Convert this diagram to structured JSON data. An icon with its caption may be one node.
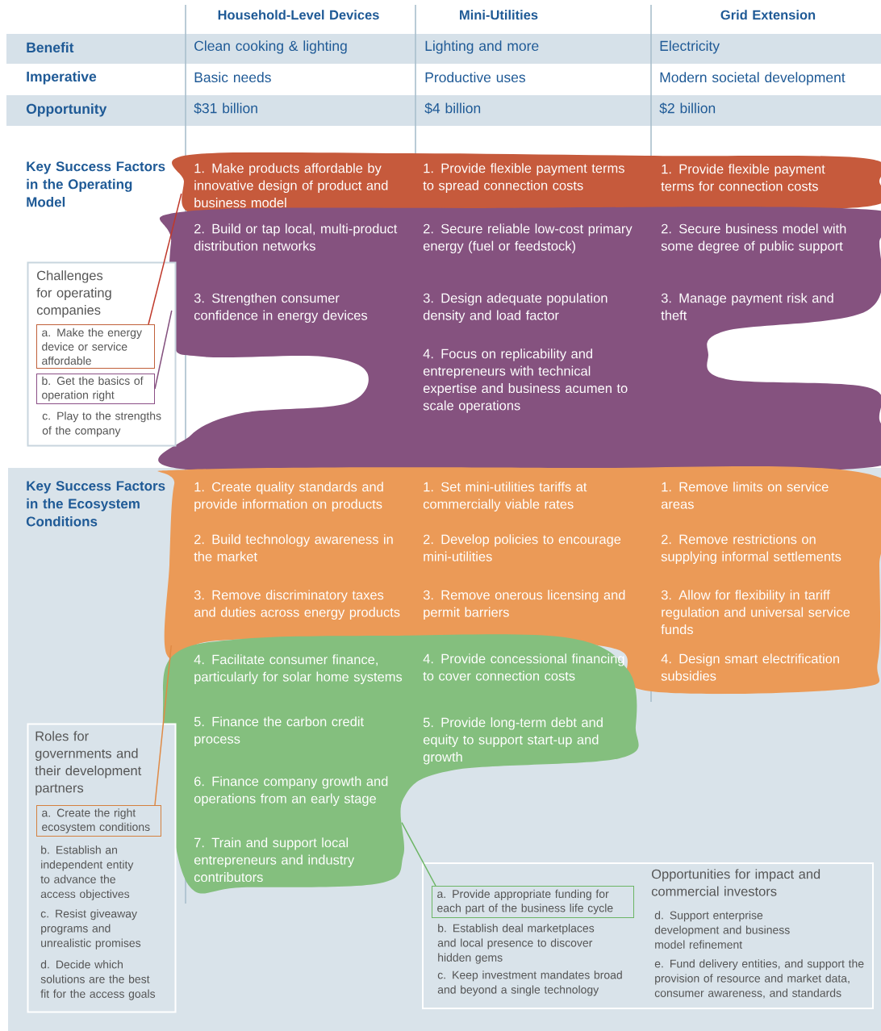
{
  "diagram": {
    "nodes": [
      {
        "text": [
          "1. Make products affordable by innovative design of product and business model",
          "1. Provide flexible payment terms to spread connection costs",
          "1. Provide flexible payment terms for connection costs"
        ]
      },
      {
        "text": [
          "2. Build or tap local, multi-product distribution networks",
          "3. Strengthen consumer confidence in energy devices",
          "2. Secure reliable low-cost primary energy (fuel or feedstock)",
          "3. Design adequate population density and load factor",
          "4. Focus on replicability and entrepreneurs with technical expertise and business acumen to scale operations",
          "2.  Secure business model with some degree of public support",
          "3.  Manage payment risk and theft"
        ]
      },
      {
        "text": [
          "1. Create quality standards and provide information on products",
          "2. Build technology awareness in the market",
          "3. Remove discriminatory taxes and duties across energy products",
          "1. Set mini-utilities tariffs at commercially viable rates",
          "2. Develop policies to encourage mini-utilities",
          "3. Remove onerous licensing and permit barriers",
          "1.  Remove limits on service areas",
          "2.  Remove restrictions on supplying informal settlements",
          "3. Allow for flexibility in tariff regulation and universal service funds",
          "4. Design smart electrification subsidies"
        ]
      },
      {
        "text": [
          "4. Facilitate consumer finance, particularly for solar home systems",
          "5. Finance the carbon credit process",
          "6. Finance company growth and operations from an early stage",
          "7. Train and support local entrepreneurs and industry contributors",
          "4. Provide concessional financing to cover connection costs",
          "5. Provide long-term debt and equity to support start-up and growth"
        ]
      },
      {
        "text": [
          "Challenges for operating companies",
          "c. Play to the strengths of the company"
        ]
      },
      {
        "text": [
          "a. Make the energy device or service affordable"
        ],
        "in": 4
      },
      {
        "text": [
          "b. Get the basics of operation right"
        ],
        "in": 4
      },
      {
        "text": [
          "Roles for governments and their development partners",
          "b. Establish an independent entity to advance the access objectives",
          "c. Resist giveaway programs and unrealistic promises",
          "d. Decide which solutions are the best fit for the access goals"
        ]
      },
      {
        "text": [
          "a. Create the right ecosystem conditions"
        ],
        "in": 7
      },
      {
        "text": [
          "Opportunities for impact and commercial investors",
          "b. Establish deal marketplaces and local presence to discover hidden gems",
          "c. Keep investment mandates broad and beyond a single technology",
          "d. Support enterprise development and business model refinement",
          "e. Fund delivery entities, and support the provision of resource and market data, consumer awareness, and standards"
        ]
      },
      {
        "text": [
          "a. Provide appropriate funding for each part of the business life cycle"
        ],
        "in": 9
      }
    ],
    "edges": [
      {
        "from": 5,
        "to": 0,
        "arrow": "none",
        "color": "#c0392b"
      },
      {
        "from": 6,
        "to": 1,
        "arrow": "none",
        "color": "#85527f"
      },
      {
        "from": 8,
        "to": 2,
        "arrow": "none",
        "color": "#e08a45"
      },
      {
        "from": 10,
        "to": 3,
        "arrow": "none",
        "color": "#6cb565"
      }
    ],
    "labels": [
      "Household-Level Devices",
      "Mini-Utilities",
      "Grid Extension",
      "Benefit",
      "Clean cooking & lighting",
      "Lighting and more",
      "Electricity",
      "Imperative",
      "Basic needs",
      "Productive uses",
      "Modern societal development",
      "Opportunity",
      "$31 billion",
      "$4 billion",
      "$2 billion",
      "Key Success Factors in the Operating Model",
      "Key Success Factors in the Ecosystem Conditions"
    ]
  }
}
